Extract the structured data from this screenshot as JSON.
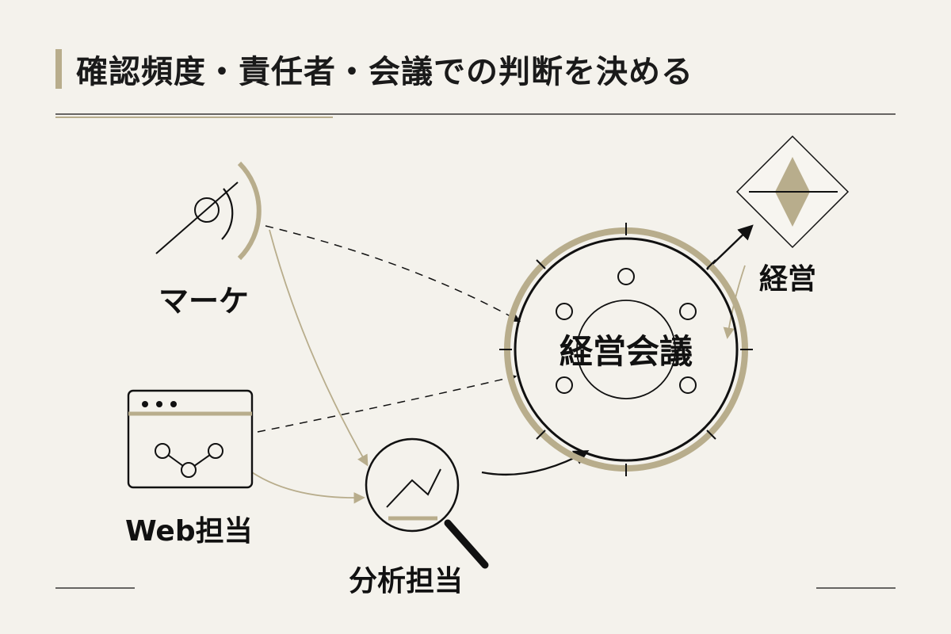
{
  "title": "確認頻度・責任者・会議での判断を決める",
  "colors": {
    "accent": "#b8ad8c",
    "ink": "#111111",
    "background": "#f4f2ec"
  },
  "nodes": {
    "marketing": {
      "label": "マーケ",
      "icon": "signal-antenna-icon"
    },
    "web": {
      "label": "Web担当",
      "icon": "browser-chart-icon"
    },
    "analytics": {
      "label": "分析担当",
      "icon": "magnifier-chart-icon"
    },
    "meeting": {
      "label": "経営会議",
      "icon": "round-table-icon"
    },
    "management": {
      "label": "経営",
      "icon": "diamond-compass-icon"
    }
  }
}
